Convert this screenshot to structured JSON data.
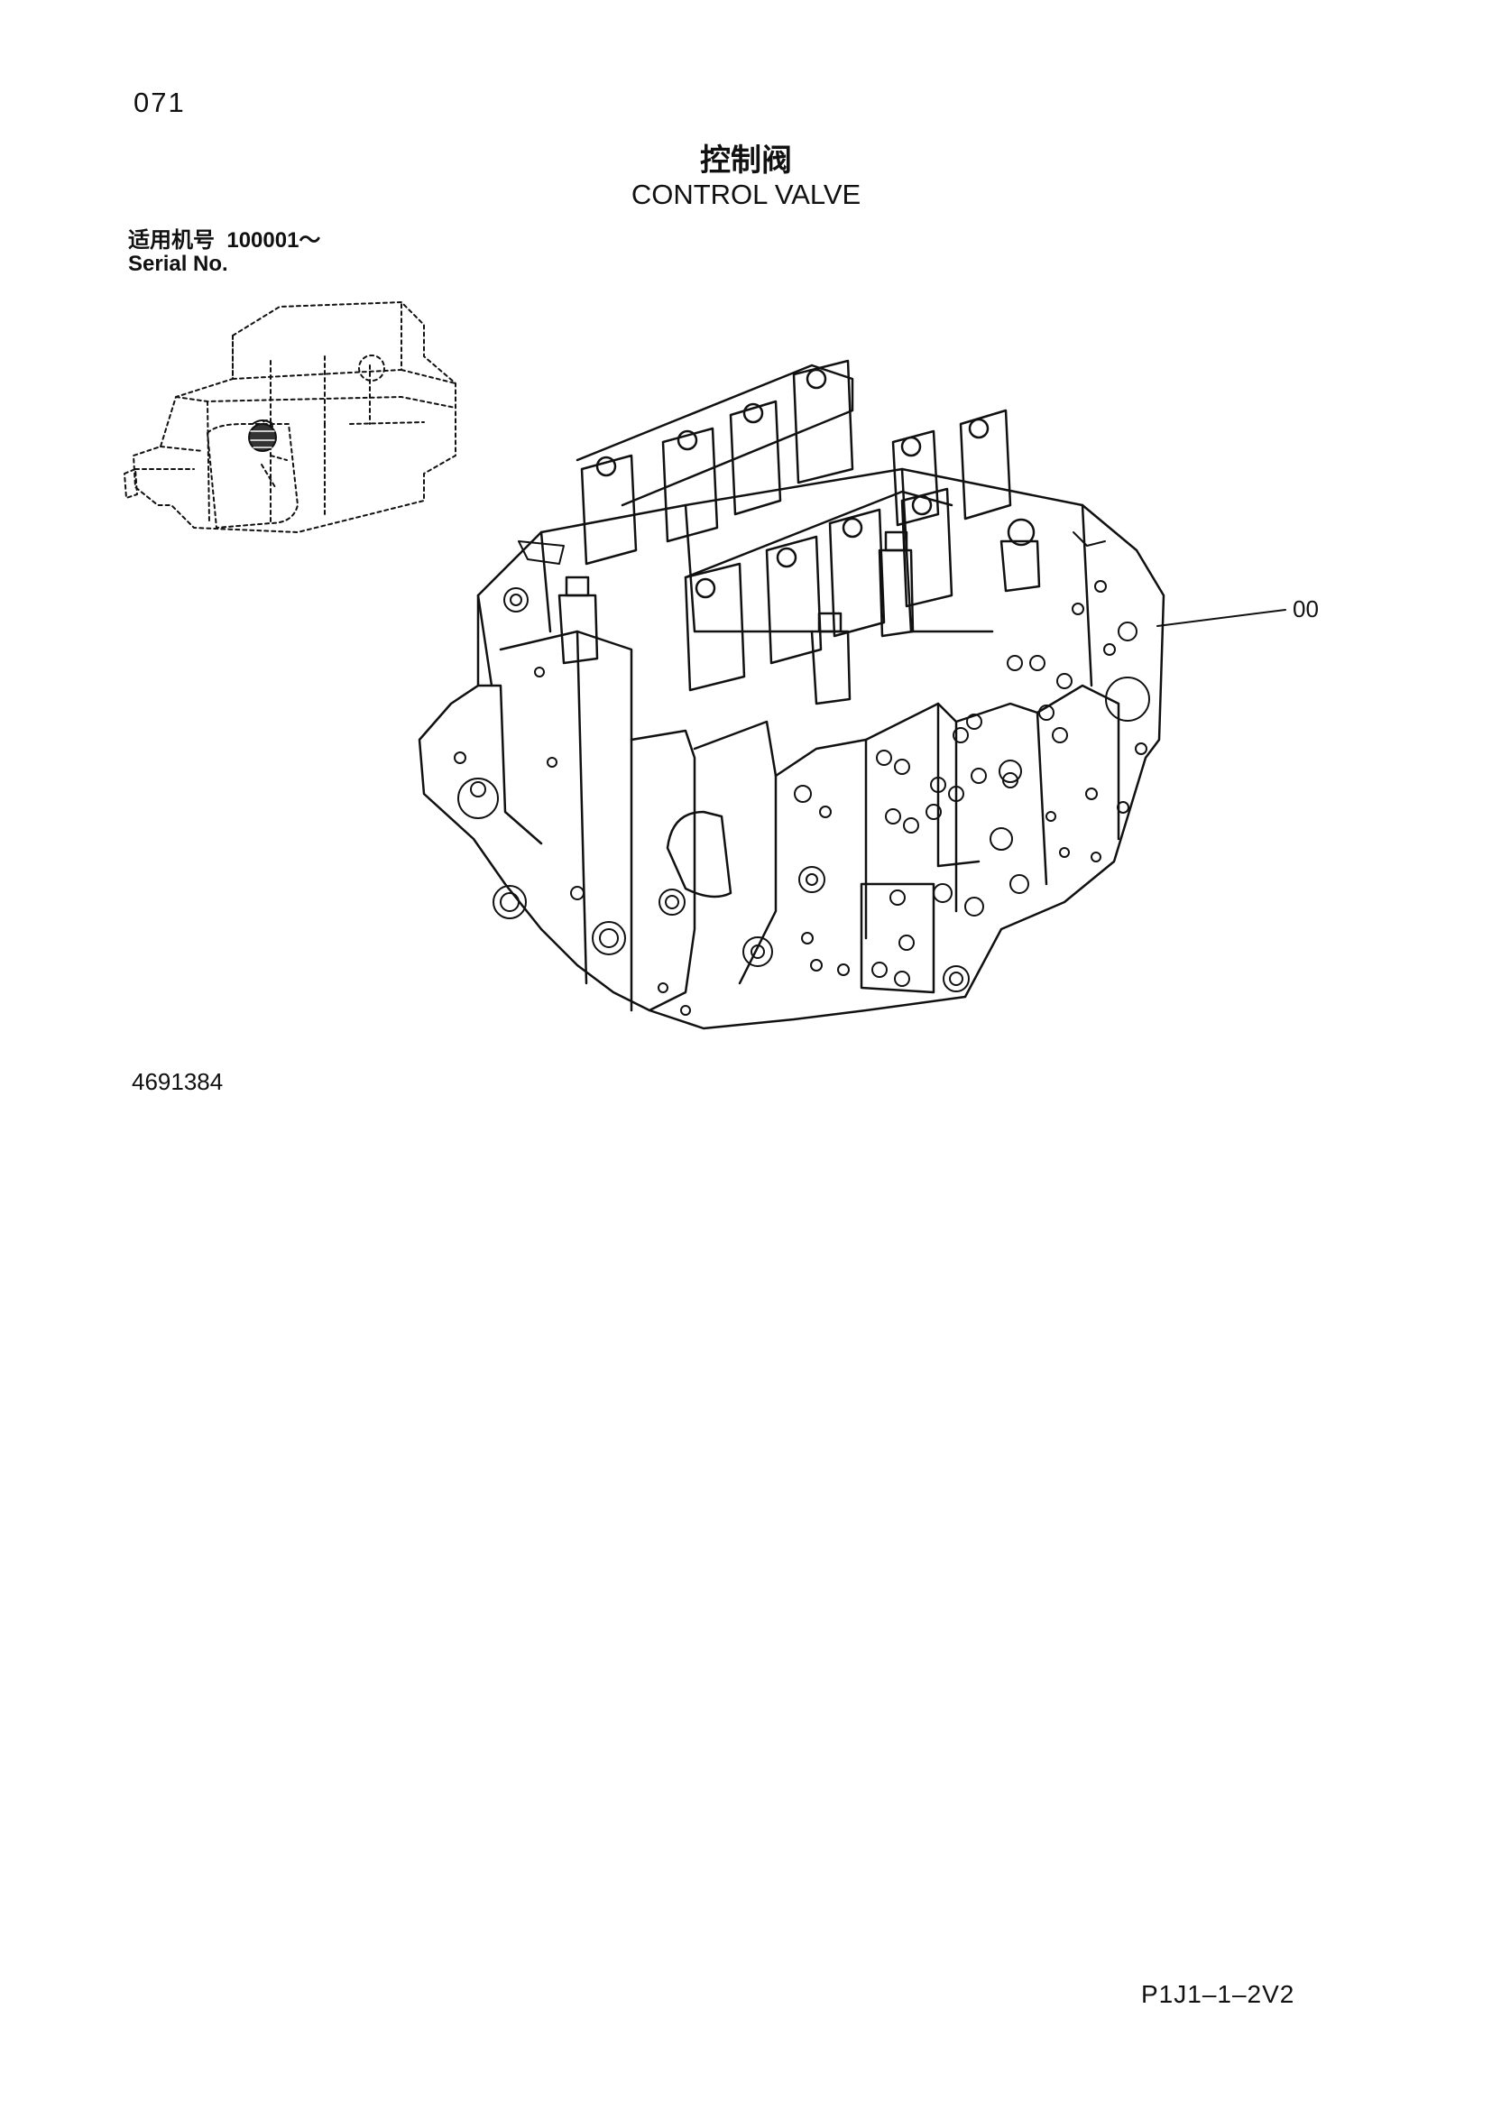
{
  "page": {
    "number": "071",
    "title_zh": "控制阀",
    "title_en": "CONTROL VALVE"
  },
  "serial": {
    "label_zh": "适用机号",
    "range": "100001～",
    "label_en": "Serial No."
  },
  "diagram": {
    "callout": "00",
    "part_code": "4691384"
  },
  "footer": {
    "code": "P1J1–1–2V2"
  },
  "colors": {
    "ink": "#111111",
    "background": "#ffffff"
  }
}
